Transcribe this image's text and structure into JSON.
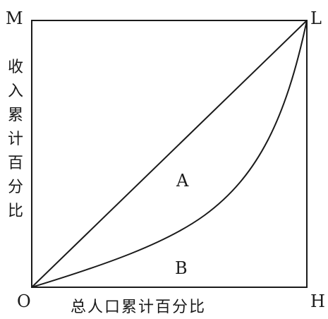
{
  "corners": {
    "top_left": "M",
    "top_right": "L",
    "bottom_left": "O",
    "bottom_right": "H"
  },
  "regions": {
    "between_line_and_curve": "A",
    "below_curve": "B"
  },
  "axes": {
    "x_label": "总人口累计百分比",
    "y_label": "收入累计百分比"
  },
  "colors": {
    "stroke": "#1a1a1a",
    "background": "#ffffff"
  }
}
